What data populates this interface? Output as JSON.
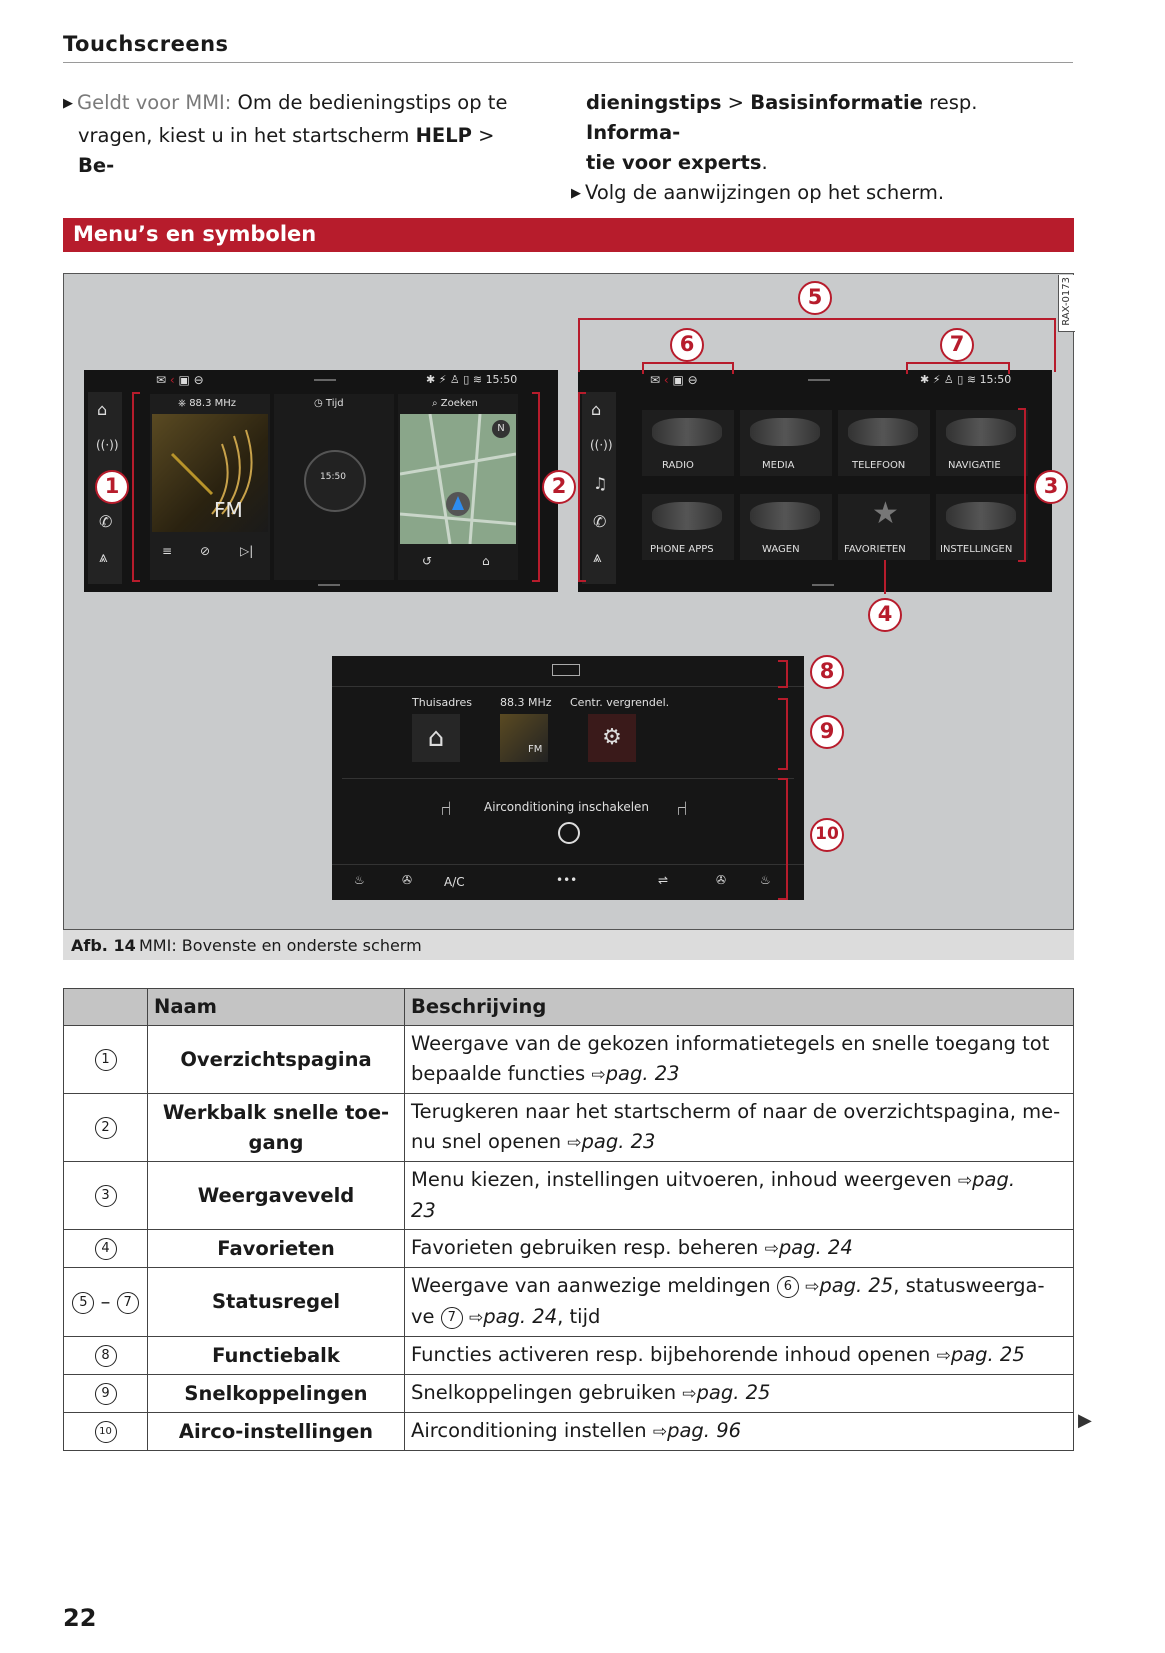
{
  "header": {
    "title": "Touchscreens"
  },
  "intro": {
    "bullet1_prefix": "Geldt voor MMI:",
    "bullet1_a": " Om de bedieningstips op te",
    "bullet1_b": "vragen, kiest u in het startscherm ",
    "help": "HELP",
    "gt": " > ",
    "be": "Be-",
    "col2_a": "dieningstips",
    "col2_b": "Basisinformatie",
    "col2_c": " resp. ",
    "col2_d": "Informa-",
    "col2_e": "tie voor experts",
    "col2_f": ".",
    "bullet2": "Volg de aanwijzingen op het scherm."
  },
  "section": {
    "title": "Menu’s en symbolen"
  },
  "figure": {
    "code": "RAX-0173",
    "caption_label": "Afb. 14",
    "caption_text": "MMI: Bovenste en onderste scherm",
    "callouts": [
      "1",
      "2",
      "3",
      "4",
      "5",
      "6",
      "7",
      "8",
      "9",
      "10"
    ],
    "left_screen": {
      "time": "15:50",
      "tile1_title": "88.3 MHz",
      "tile1_band": "FM",
      "tile2_title": "Tijd",
      "tile2_clock": "15:50",
      "tile3_title": "Zoeken"
    },
    "right_screen": {
      "time": "15:50",
      "tiles": [
        "RADIO",
        "MEDIA",
        "TELEFOON",
        "NAVIGATIE",
        "PHONE APPS",
        "WAGEN",
        "FAVORIETEN",
        "INSTELLINGEN"
      ]
    },
    "lower_screen": {
      "shortcut1": "Thuisadres",
      "shortcut2": "88.3 MHz",
      "shortcut3": "Centr. vergrendel.",
      "shortcut2_band": "FM",
      "airco_text": "Airconditioning inschakelen",
      "ac_label": "A/C",
      "dots": "•••"
    }
  },
  "table": {
    "col_name": "Naam",
    "col_desc": "Beschrijving",
    "rows": [
      {
        "num": "1",
        "name": "Overzichtspagina",
        "desc": "Weergave van de gekozen informatietegels en snelle toegang tot bepaalde functies",
        "ref": "pag. 23"
      },
      {
        "num": "2",
        "name": "Werkbalk snelle toegang",
        "name_a": "Werkbalk snelle toe-",
        "name_b": "gang",
        "desc_a": "Terugkeren naar het startscherm of naar de overzichtspagina, me-",
        "desc_b": "nu snel openen",
        "ref": "pag. 23"
      },
      {
        "num": "3",
        "name": "Weergaveveld",
        "desc": "Menu kiezen, instellingen uitvoeren, inhoud weergeven",
        "ref_a": "pag.",
        "ref_b": "23"
      },
      {
        "num": "4",
        "name": "Favorieten",
        "desc": "Favorieten gebruiken resp. beheren",
        "ref": "pag. 24"
      },
      {
        "num_a": "5",
        "num_sep": " – ",
        "num_b": "7",
        "name": "Statusregel",
        "desc_a": "Weergave van aanwezige meldingen",
        "c1": "6",
        "ref1": "pag. 25",
        "desc_b": ", statusweerga-",
        "desc_c": "ve",
        "c2": "7",
        "ref2": "pag. 24",
        "desc_d": ", tijd"
      },
      {
        "num": "8",
        "name": "Functiebalk",
        "desc": "Functies activeren resp. bijbehorende inhoud openen",
        "ref": "pag. 25"
      },
      {
        "num": "9",
        "name": "Snelkoppelingen",
        "desc": "Snelkoppelingen gebruiken",
        "ref": "pag. 25"
      },
      {
        "num": "10",
        "name": "Airco-instellingen",
        "desc": "Airconditioning instellen",
        "ref": "pag. 96"
      }
    ],
    "arrow": "⇨"
  },
  "footer": {
    "page": "22",
    "continue": "▶"
  }
}
